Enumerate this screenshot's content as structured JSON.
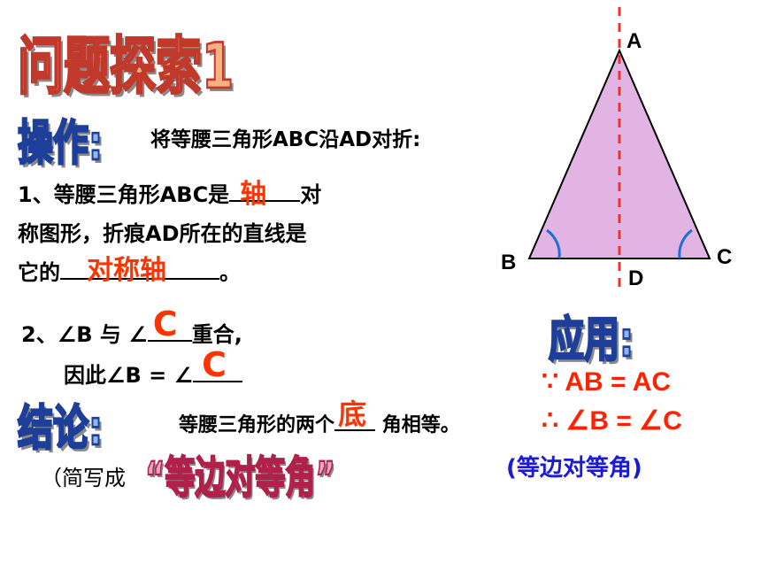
{
  "title": "问题探索1",
  "operation": {
    "heading": "操作:",
    "instruction": "将等腰三角形ABC沿AD对折:",
    "q1_part1": "1、等腰三角形ABC是",
    "q1_answer": "轴",
    "q1_part2": "对",
    "q1_line2": "称图形，折痕AD所在的直线是",
    "q1_line3_prefix": "它的",
    "q1_answer2": "对称轴",
    "q1_line3_suffix": "。",
    "q2_line1_prefix": "2、∠B 与 ∠",
    "q2_answer1": "C",
    "q2_line1_suffix": "重合,",
    "q2_line2_prefix": "因此∠B = ∠",
    "q2_answer2": "C"
  },
  "conclusion": {
    "heading": "结论:",
    "text_prefix": "等腰三角形的两个",
    "answer": "底",
    "text_suffix": "角相等。",
    "short_open": "（简写成",
    "short_wordart": "“等边对等角”",
    "short_close": ""
  },
  "application": {
    "heading": "应用:",
    "line1": "∵ AB = AC",
    "line2": "∴ ∠B = ∠C",
    "line3": "(等边对等角)"
  },
  "figure": {
    "vertex_a": "A",
    "vertex_b": "B",
    "vertex_c": "C",
    "vertex_d": "D",
    "fill_color": "#e2b4e4",
    "axis_color": "#e8362a",
    "arc_color": "#1e6fd6"
  }
}
